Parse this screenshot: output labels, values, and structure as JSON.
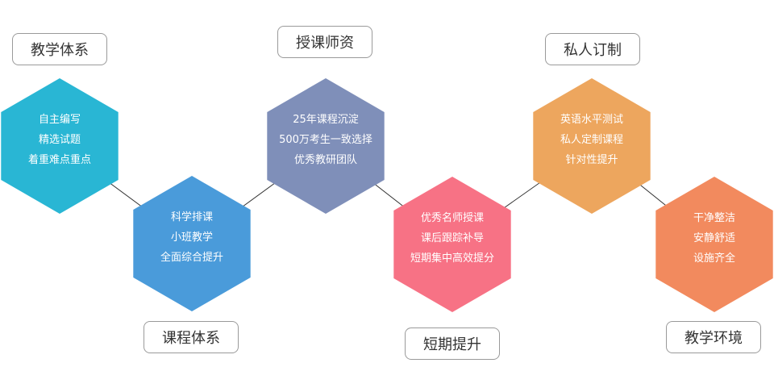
{
  "nodes": [
    {
      "id": "jiaoxue-tixi",
      "label": "教学体系",
      "lines": [
        "自主编写",
        "精选试题",
        "着重难点重点"
      ],
      "color": "#29B6D4"
    },
    {
      "id": "kecheng-tixi",
      "label": "课程体系",
      "lines": [
        "科学排课",
        "小班教学",
        "全面综合提升"
      ],
      "color": "#4A9BDA"
    },
    {
      "id": "shouke-shizi",
      "label": "授课师资",
      "lines": [
        "25年课程沉淀",
        "500万考生一致选择",
        "优秀教研团队"
      ],
      "color": "#7F8FB9"
    },
    {
      "id": "duanqi-tisheng",
      "label": "短期提升",
      "lines": [
        "优秀名师授课",
        "课后跟踪补导",
        "短期集中高效提分"
      ],
      "color": "#F77285"
    },
    {
      "id": "siren-dingzhi",
      "label": "私人订制",
      "lines": [
        "英语水平测试",
        "私人定制课程",
        "针对性提升"
      ],
      "color": "#EDA65E"
    },
    {
      "id": "jiaoxue-huanjing",
      "label": "教学环境",
      "lines": [
        "干净整洁",
        "安静舒适",
        "设施齐全"
      ],
      "color": "#F28A5E"
    }
  ],
  "colors": {
    "connector": "#333333",
    "label_border": "#9a9a9a",
    "hex_text": "#ffffff"
  }
}
